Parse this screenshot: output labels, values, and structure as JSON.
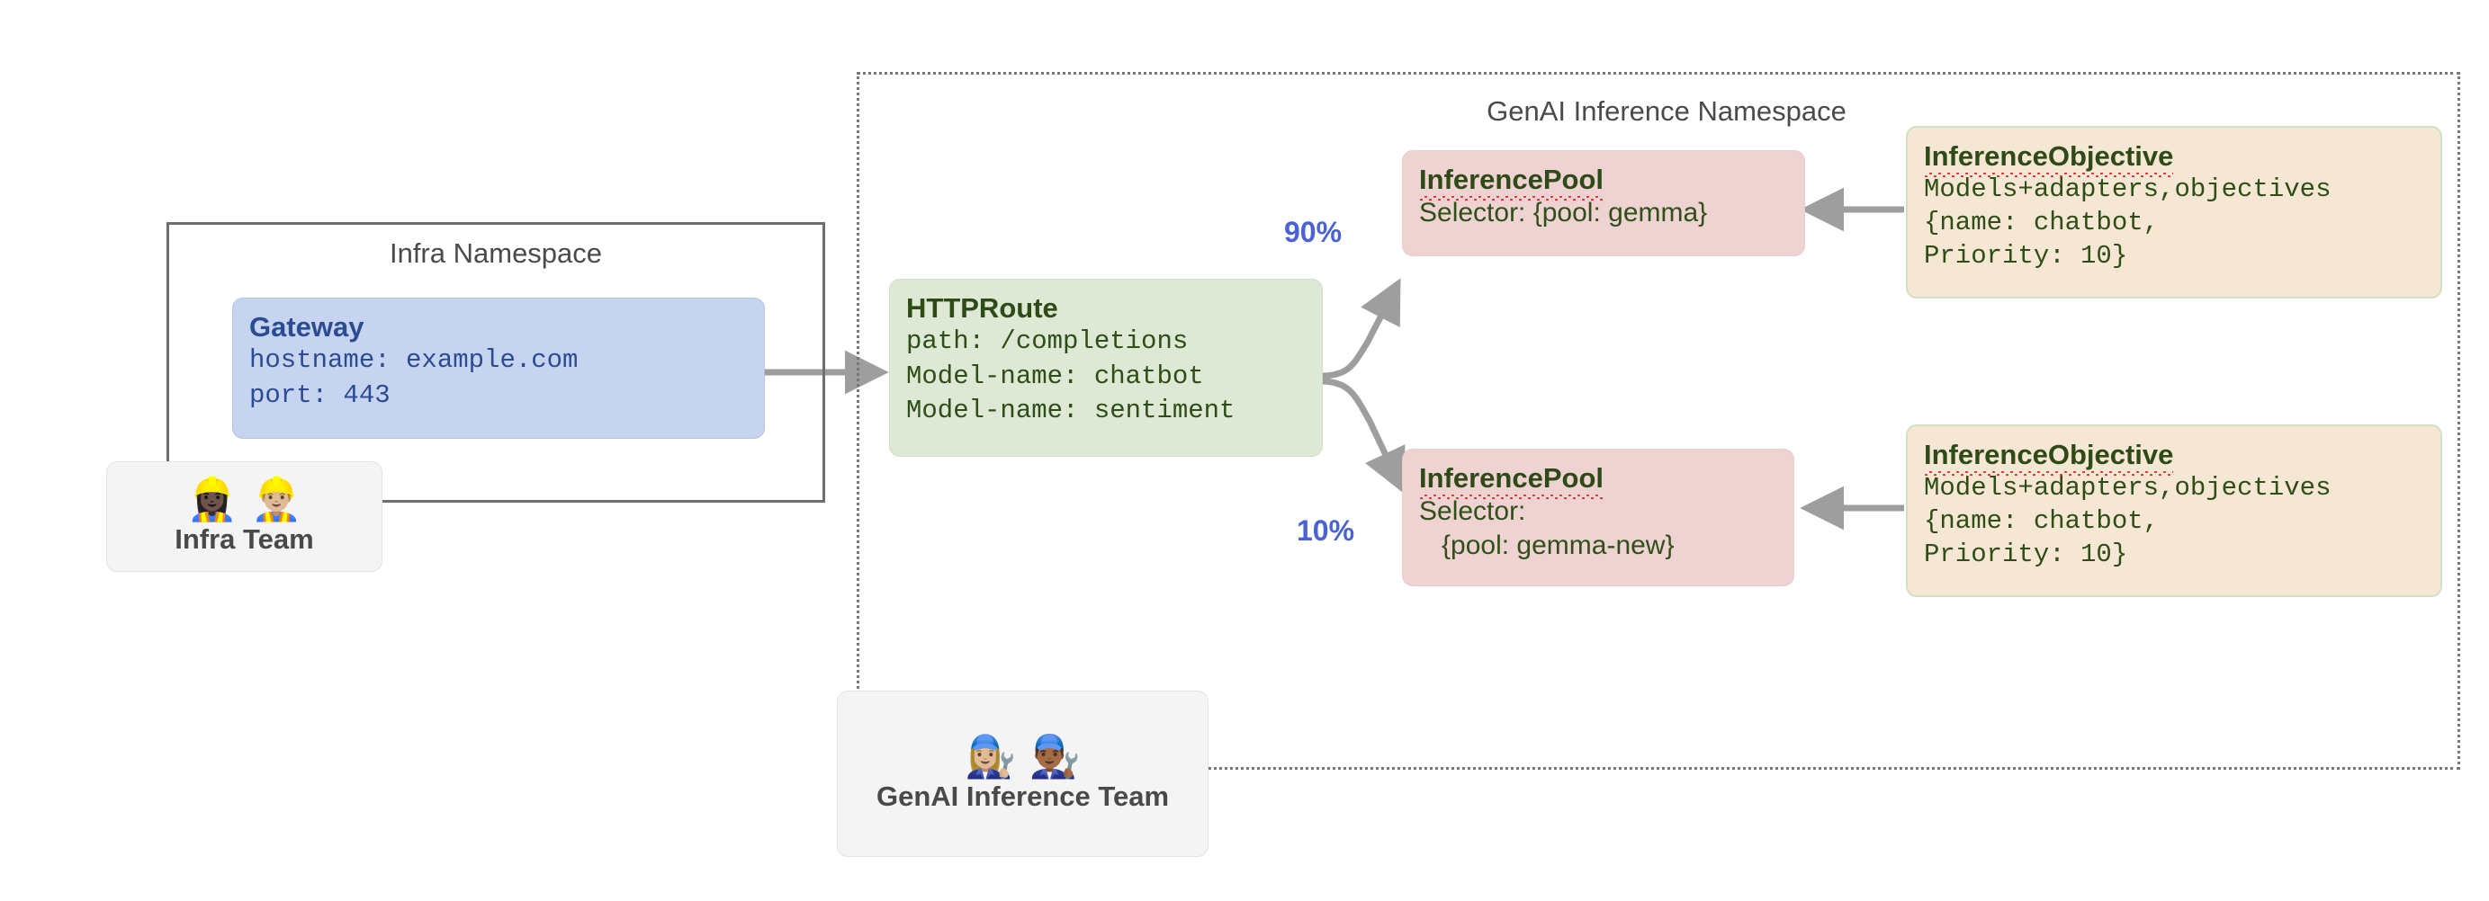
{
  "diagram": {
    "namespaces": [
      {
        "id": "infra",
        "title": "Infra Namespace"
      },
      {
        "id": "genai",
        "title": "GenAI Inference Namespace"
      }
    ],
    "gateway": {
      "title": "Gateway",
      "body": "hostname: example.com\nport: 443"
    },
    "httproute": {
      "title": "HTTPRoute",
      "body": "path: /completions\nModel-name: chatbot\nModel-name: sentiment"
    },
    "pools": [
      {
        "title": "InferencePool",
        "body": "Selector: {pool: gemma}"
      },
      {
        "title": "InferencePool",
        "body": "Selector:\n   {pool: gemma-new}"
      }
    ],
    "objectives": [
      {
        "title": "InferenceObjective",
        "body": "Models+adapters,objectives\n{name: chatbot,\nPriority: 10}"
      },
      {
        "title": "InferenceObjective",
        "body": "Models+adapters,objectives\n{name: chatbot,\nPriority: 10}"
      }
    ],
    "teams": [
      {
        "id": "infra-team",
        "label": "Infra Team",
        "emojis": "👷🏿‍♀️👷🏼‍♂️"
      },
      {
        "id": "genai-team",
        "label": "GenAI Inference Team",
        "emojis": "👩🏼‍🔧👨🏾‍🔧"
      }
    ],
    "split_labels": [
      {
        "id": "split-90",
        "text": "90%"
      },
      {
        "id": "split-10",
        "text": "10%"
      }
    ],
    "colors": {
      "gateway_fill": "#c7d4f0",
      "gateway_text": "#2b4c93",
      "httproute_fill": "#dde8d5",
      "pool_fill": "#efd2d2",
      "objective_fill": "#f6e7d4",
      "resource_text": "#2e4a16",
      "arrow": "#9e9e9e",
      "split_label": "#4a62d8",
      "namespace_border": "#6e6e6e",
      "team_fill": "#f4f4f4"
    }
  }
}
